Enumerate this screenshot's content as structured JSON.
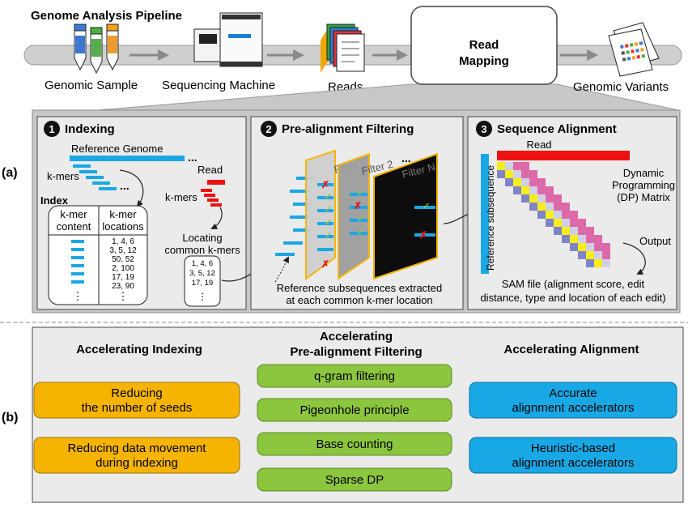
{
  "pipeline": {
    "title": "Genome Analysis Pipeline",
    "steps": [
      "Genomic Sample",
      "Sequencing Machine",
      "Reads",
      "Genomic Variants"
    ],
    "read_mapping": [
      "Read",
      "Mapping"
    ]
  },
  "part_labels": {
    "a": "(a)",
    "b": "(b)"
  },
  "indexing": {
    "number": "1",
    "title": "Indexing",
    "reference_genome": "Reference Genome",
    "ellipsis": "...",
    "kmers": "k-mers",
    "read": "Read",
    "index_label": "Index",
    "col1": [
      "k-mer",
      "content"
    ],
    "col2": [
      "k-mer",
      "locations"
    ],
    "locations": [
      "1, 4, 6",
      "3, 5, 12",
      "50, 52",
      "2, 100",
      "17, 19",
      "23, 90"
    ],
    "vdots": "⋮",
    "locating": [
      "Locating",
      "common k-mers"
    ],
    "common_list": [
      "1, 4, 6",
      "3, 5, 12",
      "17, 19"
    ]
  },
  "filtering": {
    "number": "2",
    "title": "Pre-alignment Filtering",
    "filters": [
      "Filter 1",
      "Filter 2",
      "Filter N"
    ],
    "ellipsis": "...",
    "caption": [
      "Reference subsequences extracted",
      "at each common k-mer location"
    ]
  },
  "alignment": {
    "number": "3",
    "title": "Sequence Alignment",
    "read": "Read",
    "ref_subseq": "Reference subsequence",
    "dp_matrix": [
      "Dynamic",
      "Programming",
      "(DP) Matrix"
    ],
    "output": "Output",
    "sam": [
      "SAM file (alignment score, edit",
      "distance, type and location of each edit)"
    ]
  },
  "acceleration": {
    "indexing": {
      "heading": "Accelerating Indexing",
      "items": [
        [
          "Reducing",
          "the number of seeds"
        ],
        [
          "Reducing data movement",
          "during indexing"
        ]
      ]
    },
    "filtering": {
      "heading": [
        "Accelerating",
        "Pre-alignment Filtering"
      ],
      "items": [
        "q-gram filtering",
        "Pigeonhole principle",
        "Base counting",
        "Sparse DP"
      ]
    },
    "alignment": {
      "heading": "Accelerating Alignment",
      "items": [
        [
          "Accurate",
          "alignment accelerators"
        ],
        [
          "Heuristic-based",
          "alignment accelerators"
        ]
      ]
    }
  },
  "colors": {
    "blue": "#1aa7e6",
    "red": "#ee1111",
    "orange": "#f6b400",
    "green": "#8cc63f",
    "cyan": "#18a8e6",
    "panel": "#ebebeb",
    "pink": "#dd6aa8",
    "yellow": "#f6ee1c",
    "lavender": "#7f83c7"
  }
}
